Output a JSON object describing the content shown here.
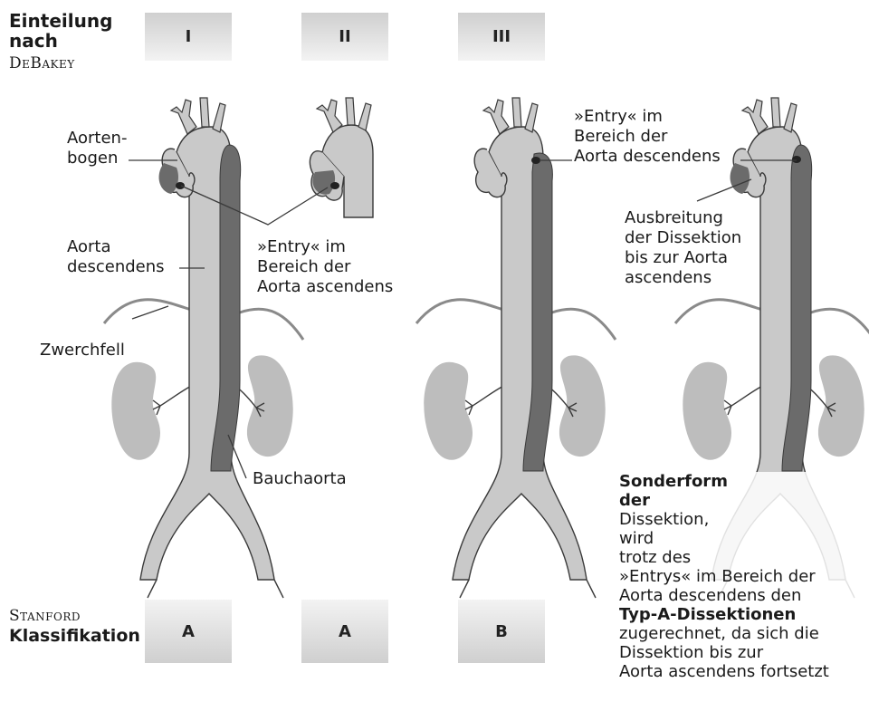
{
  "header": {
    "title_line1": "Einteilung",
    "title_line2": "nach",
    "title_line3": "DeBakey"
  },
  "types": [
    "I",
    "II",
    "III"
  ],
  "footer": {
    "line1": "Stanford",
    "line2": "Klassifikation",
    "classes": [
      "A",
      "A",
      "B"
    ]
  },
  "labels": {
    "aortenbogen_1": "Aorten-",
    "aortenbogen_2": "bogen",
    "aorta_desc_1": "Aorta",
    "aorta_desc_2": "descendens",
    "entry_asc_1": "»Entry« im",
    "entry_asc_2": "Bereich der",
    "entry_asc_3": "Aorta ascendens",
    "zwerchfell": "Zwerchfell",
    "bauchaorta": "Bauchaorta",
    "entry_desc_1": "»Entry« im",
    "entry_desc_2": "Bereich der",
    "entry_desc_3": "Aorta descendens",
    "ausbreitung_1": "Ausbreitung",
    "ausbreitung_2": "der Dissektion",
    "ausbreitung_3": "bis zur Aorta",
    "ausbreitung_4": "ascendens"
  },
  "note": {
    "line1": "Sonderform",
    "line2": "der",
    "line3": "Dissektion,",
    "line4": "wird",
    "line5": "trotz des",
    "line6": "»Entrys« im Bereich der",
    "line7": "Aorta descendens den",
    "line8": "Typ-A-Dissektionen",
    "line9": "zugerechnet, da sich die",
    "line10": "Dissektion bis zur",
    "line11": "Aorta ascendens fortsetzt"
  },
  "colors": {
    "aorta": "#c9c9c9",
    "dissection": "#6b6b6b",
    "kidney": "#bdbdbd",
    "outline": "#3a3a3a"
  }
}
